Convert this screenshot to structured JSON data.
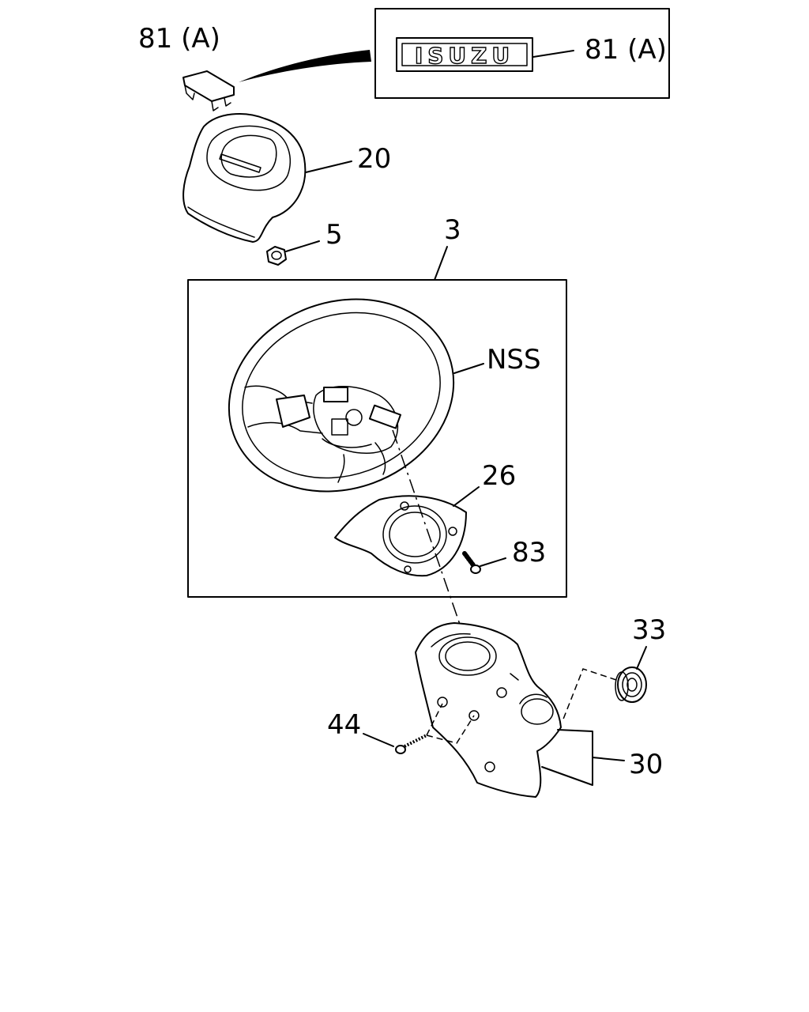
{
  "callouts": {
    "emblem_top": "81 (A)",
    "emblem_inset": "81 (A)",
    "horn_pad": "20",
    "nut": "5",
    "steering_wheel_assy": "3",
    "nss": "NSS",
    "lower_cover": "26",
    "screw_83": "83",
    "column_cover_grommet": "33",
    "screw_44": "44",
    "column_cover": "30"
  },
  "emblem": {
    "text": "ISUZU"
  }
}
